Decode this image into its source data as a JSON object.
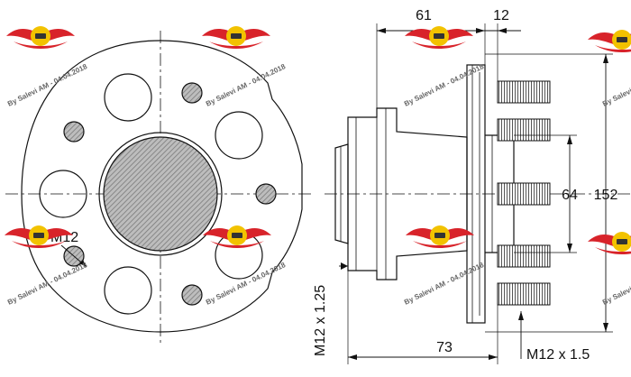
{
  "dimensions": {
    "top_left": "61",
    "top_right": "12",
    "inner": "64",
    "outer": "152",
    "thread_left": "M12 x 1.25",
    "bottom": "73",
    "thread_bottom": "M12 x 1.5",
    "front_hole": "M12"
  },
  "watermark": {
    "text": "By Salevi AM - 04.04.2018"
  },
  "colors": {
    "line": "#111111",
    "hatch": "#9a9a9a",
    "logo_red": "#d8232a",
    "logo_yellow": "#f2c200"
  }
}
